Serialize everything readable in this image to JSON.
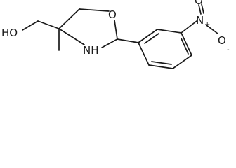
{
  "molecule": {
    "labels": {
      "hydroxyl": "HO",
      "ring_oxygen": "O",
      "ring_nitrogen": "NH",
      "nitro_nitrogen": "N",
      "nitro_plus": "+",
      "nitro_oxygen_top": "O",
      "nitro_oxygen_right": "O",
      "nitro_minus": "-"
    }
  }
}
